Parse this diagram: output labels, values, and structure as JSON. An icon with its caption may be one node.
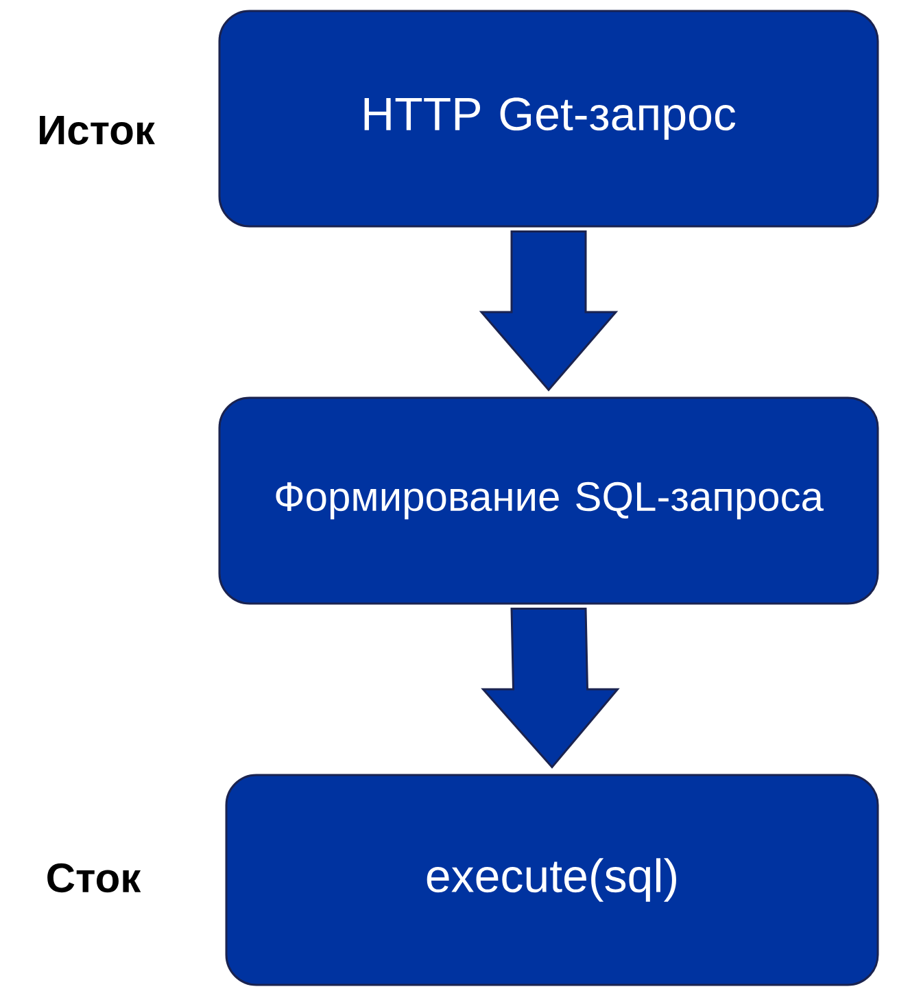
{
  "diagram": {
    "nodes": [
      {
        "text": [
          "HTTP Get-запрос"
        ],
        "beside": [
          "Исток"
        ]
      },
      {
        "text": [
          "Формирование SQL-запроса"
        ]
      },
      {
        "text": [
          "execute(sql)"
        ],
        "beside": [
          "Сток"
        ]
      }
    ],
    "edges": [
      {
        "from": 0,
        "to": 1,
        "arrow": "to"
      },
      {
        "from": 1,
        "to": 2,
        "arrow": "to"
      }
    ]
  }
}
